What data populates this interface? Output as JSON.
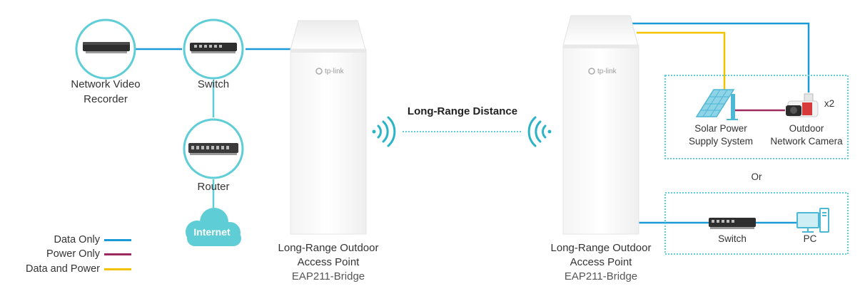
{
  "colors": {
    "data_only": "#1a9bd7",
    "power_only": "#9c2a5e",
    "data_and_power": "#f5c200",
    "accent": "#5fcdd6"
  },
  "nodes": {
    "nvr": {
      "label_line1": "Network Video",
      "label_line2": "Recorder",
      "icon": "nvr-device-icon"
    },
    "switch_left": {
      "label": "Switch",
      "icon": "switch-device-icon"
    },
    "router": {
      "label": "Router",
      "icon": "router-device-icon"
    },
    "internet": {
      "label": "Internet",
      "icon": "cloud-icon"
    },
    "ap_left": {
      "line1": "Long-Range Outdoor",
      "line2": "Access Point",
      "model": "EAP211-Bridge",
      "brand": "tp-link"
    },
    "ap_right": {
      "line1": "Long-Range Outdoor",
      "line2": "Access Point",
      "model": "EAP211-Bridge",
      "brand": "tp-link"
    },
    "solar": {
      "line1": "Solar Power",
      "line2": "Supply System",
      "icon": "solar-panel-icon"
    },
    "camera": {
      "line1": "Outdoor",
      "line2": "Network Camera",
      "multiplier": "x2",
      "icon": "camera-icon"
    },
    "switch_right": {
      "label": "Switch",
      "icon": "switch-device-icon"
    },
    "pc": {
      "label": "PC",
      "icon": "pc-icon"
    }
  },
  "link": {
    "label": "Long-Range Distance"
  },
  "or_text": "Or",
  "legend": [
    {
      "label": "Data Only",
      "color": "#1a9bd7"
    },
    {
      "label": "Power Only",
      "color": "#9c2a5e"
    },
    {
      "label": "Data and Power",
      "color": "#f5c200"
    }
  ]
}
